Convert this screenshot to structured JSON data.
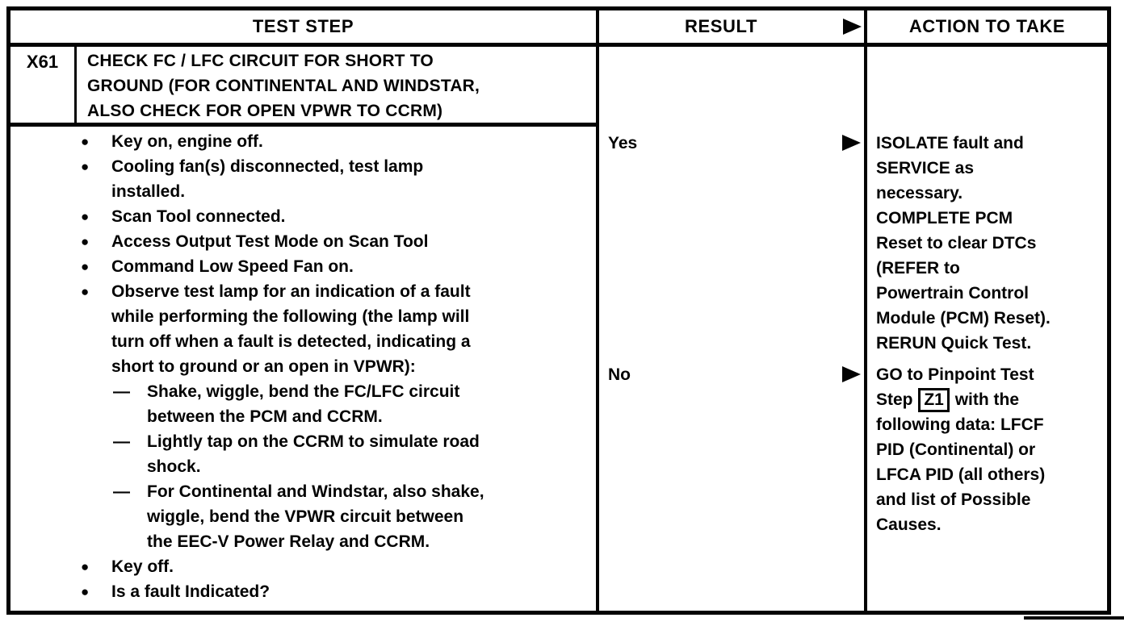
{
  "page": {
    "ink": "#030303",
    "paper": "#ffffff"
  },
  "table": {
    "headers": {
      "test_step": "TEST STEP",
      "result": "RESULT",
      "action": "ACTION TO TAKE"
    },
    "icons": {
      "result_arrow": "filled-right-triangle"
    },
    "step": {
      "id": "X61",
      "title": "CHECK FC / LFC CIRCUIT FOR SHORT TO\nGROUND (FOR CONTINENTAL AND WINDSTAR,\nALSO CHECK FOR OPEN VPWR TO CCRM)"
    },
    "procedure": [
      {
        "marker": "●",
        "text": "Key on, engine off."
      },
      {
        "marker": "●",
        "text": "Cooling fan(s) disconnected, test lamp\ninstalled."
      },
      {
        "marker": "●",
        "text": "Scan Tool connected."
      },
      {
        "marker": "●",
        "text": "Access Output Test Mode on Scan Tool"
      },
      {
        "marker": "●",
        "text": "Command Low Speed Fan on."
      },
      {
        "marker": "●",
        "text": "Observe test lamp for an indication of a fault\nwhile performing the following (the lamp will\nturn off when a fault is detected, indicating a\nshort to ground or an open in VPWR):"
      },
      {
        "marker": "—",
        "text": "Shake, wiggle, bend the FC/LFC circuit\nbetween the PCM and CCRM."
      },
      {
        "marker": "—",
        "text": "Lightly tap on the CCRM to simulate road\nshock."
      },
      {
        "marker": "—",
        "text": "For Continental and Windstar, also shake,\nwiggle, bend the VPWR circuit between\nthe EEC-V Power Relay and CCRM."
      },
      {
        "marker": "●",
        "text": "Key off."
      },
      {
        "marker": "●",
        "text": "Is a fault Indicated?"
      }
    ],
    "results": [
      {
        "label": "Yes",
        "action": "ISOLATE fault and\nSERVICE as\nnecessary.\nCOMPLETE PCM\nReset to clear DTCs\n(REFER to\nPowertrain Control\nModule (PCM) Reset).\nRERUN Quick Test."
      },
      {
        "label": "No",
        "action_before": "GO to Pinpoint Test\nStep ",
        "action_ref": "Z1",
        "action_after": " with the\nfollowing data: LFCF\nPID (Continental) or\nLFCA PID (all others)\nand list of Possible\nCauses."
      }
    ]
  }
}
